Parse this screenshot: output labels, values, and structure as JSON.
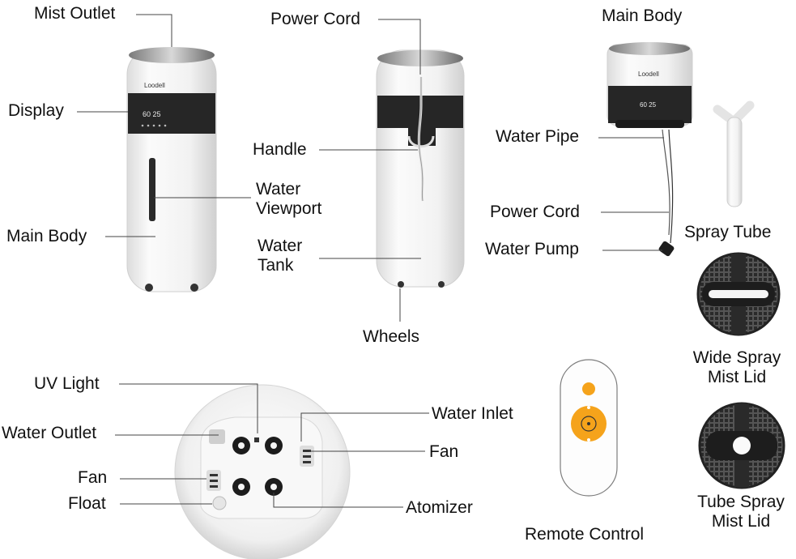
{
  "labels": {
    "mist_outlet": "Mist Outlet",
    "display": "Display",
    "main_body_left": "Main Body",
    "water_viewport": [
      "Water",
      "Viewport"
    ],
    "power_cord_top": "Power Cord",
    "handle": "Handle",
    "water_tank": [
      "Water",
      "Tank"
    ],
    "wheels": "Wheels",
    "main_body_right": "Main Body",
    "water_pipe": "Water Pipe",
    "power_cord_right": "Power Cord",
    "water_pump": "Water Pump",
    "spray_tube": "Spray Tube",
    "wide_spray_lid": [
      "Wide Spray",
      "Mist Lid"
    ],
    "tube_spray_lid": [
      "Tube Spray",
      "Mist Lid"
    ],
    "uv_light": "UV Light",
    "water_outlet": "Water Outlet",
    "fan_left": "Fan",
    "float": "Float",
    "water_inlet": "Water Inlet",
    "fan_right": "Fan",
    "atomizer": "Atomizer",
    "remote_control": "Remote Control"
  },
  "device": {
    "brand": "Loodell",
    "display_readout": "60 25"
  },
  "colors": {
    "body": "#f4f4f4",
    "band": "#262626",
    "accent": "#f5a31b",
    "line": "#444444"
  }
}
